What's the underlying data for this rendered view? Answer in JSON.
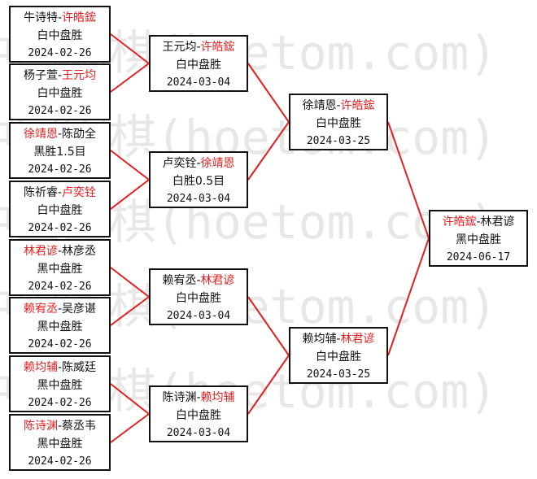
{
  "accent_color": "#e02020",
  "connector_color": "#e02020",
  "watermark": "中国围棋(hoetom.com)",
  "rounds": [
    [
      {
        "black": "牛诗特",
        "white": "许皓鋐",
        "winner": "white",
        "result": "白中盘胜",
        "date": "2024-02-26"
      },
      {
        "black": "杨子萱",
        "white": "王元均",
        "winner": "white",
        "result": "白中盘胜",
        "date": "2024-02-26"
      },
      {
        "black": "徐靖恩",
        "white": "陈劭全",
        "winner": "black",
        "result": "黑胜1.5目",
        "date": "2024-02-26"
      },
      {
        "black": "陈祈睿",
        "white": "卢奕铨",
        "winner": "white",
        "result": "白中盘胜",
        "date": "2024-02-26"
      },
      {
        "black": "林君谚",
        "white": "林彦丞",
        "winner": "black",
        "result": "黑中盘胜",
        "date": "2024-02-26"
      },
      {
        "black": "赖宥丞",
        "white": "吴彦谌",
        "winner": "black",
        "result": "黑中盘胜",
        "date": "2024-02-26"
      },
      {
        "black": "赖均辅",
        "white": "陈威廷",
        "winner": "black",
        "result": "黑中盘胜",
        "date": "2024-02-26"
      },
      {
        "black": "陈诗渊",
        "white": "蔡丞韦",
        "winner": "black",
        "result": "黑中盘胜",
        "date": "2024-02-26"
      }
    ],
    [
      {
        "black": "王元均",
        "white": "许皓鋐",
        "winner": "white",
        "result": "白中盘胜",
        "date": "2024-03-04"
      },
      {
        "black": "卢奕铨",
        "white": "徐靖恩",
        "winner": "white",
        "result": "白胜0.5目",
        "date": "2024-03-04"
      },
      {
        "black": "赖宥丞",
        "white": "林君谚",
        "winner": "white",
        "result": "白中盘胜",
        "date": "2024-03-04"
      },
      {
        "black": "陈诗渊",
        "white": "赖均辅",
        "winner": "white",
        "result": "白中盘胜",
        "date": "2024-03-04"
      }
    ],
    [
      {
        "black": "徐靖恩",
        "white": "许皓鋐",
        "winner": "white",
        "result": "白中盘胜",
        "date": "2024-03-25"
      },
      {
        "black": "赖均辅",
        "white": "林君谚",
        "winner": "white",
        "result": "白中盘胜",
        "date": "2024-03-25"
      }
    ],
    [
      {
        "black": "许皓鋐",
        "white": "林君谚",
        "winner": "black",
        "result": "黑中盘胜",
        "date": "2024-06-17"
      }
    ]
  ]
}
